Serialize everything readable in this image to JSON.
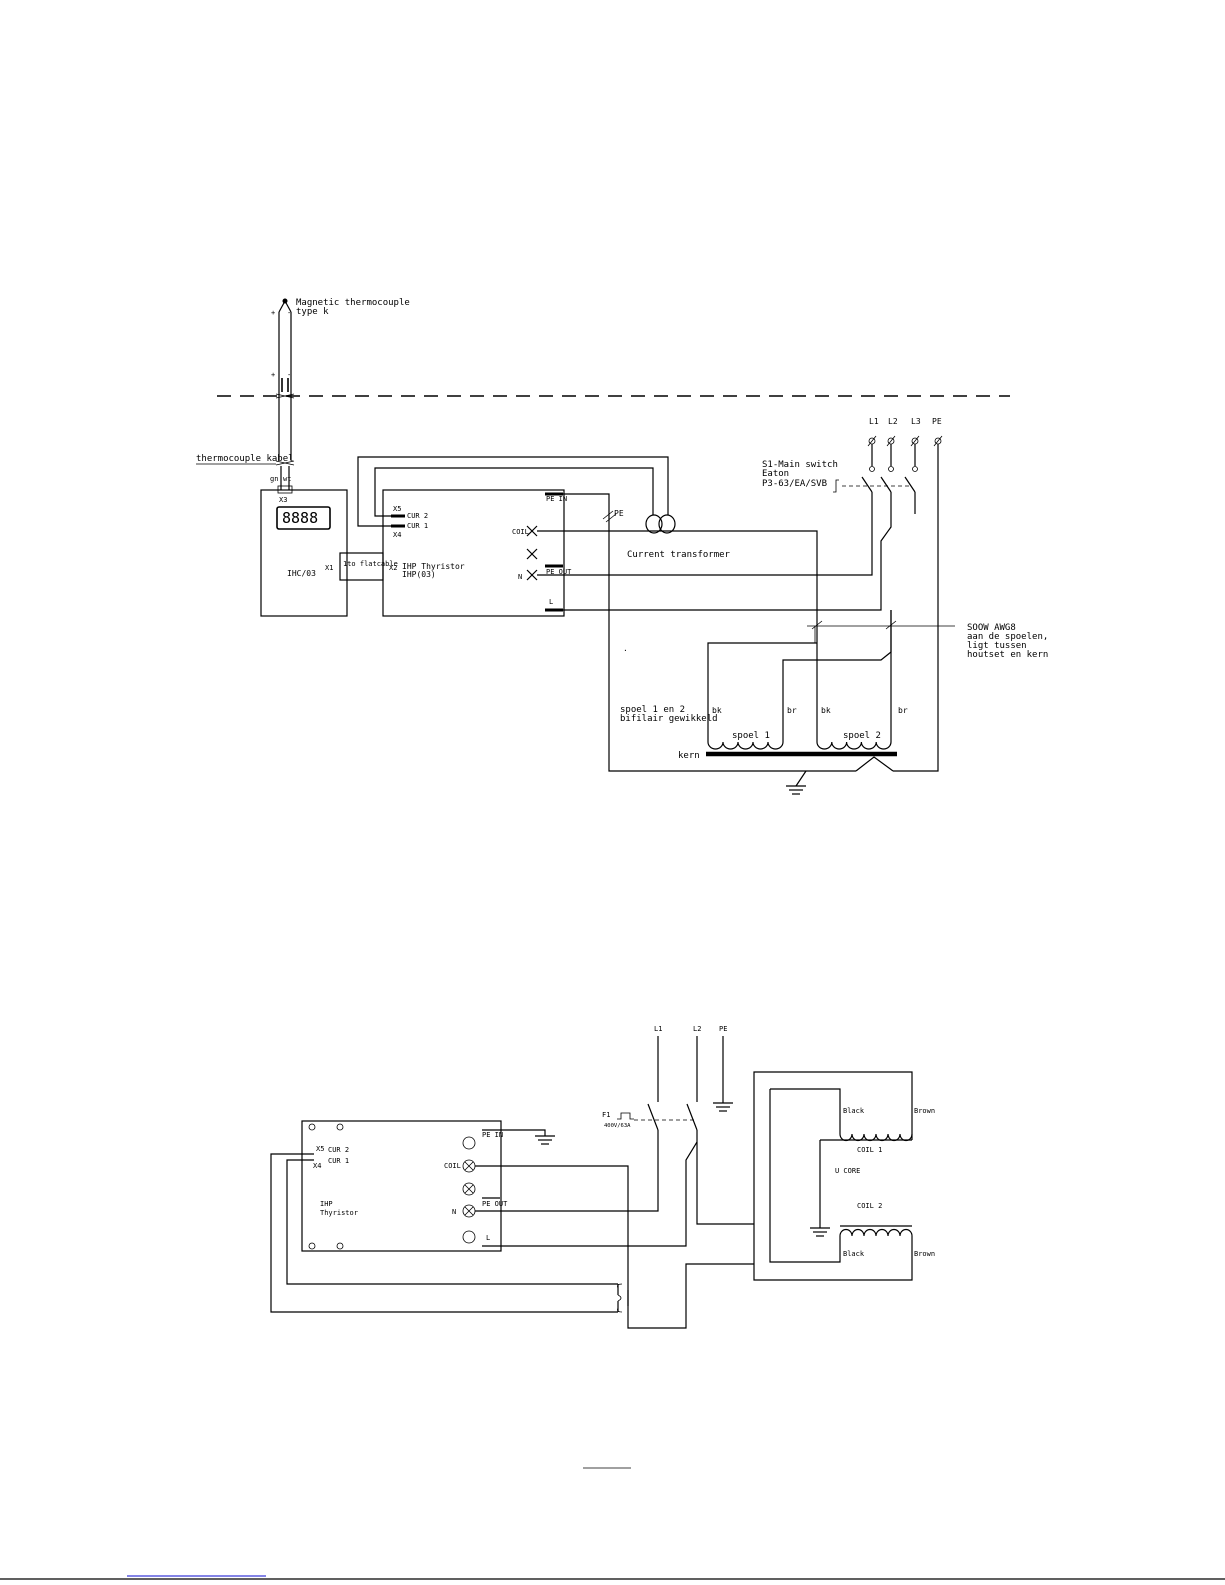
{
  "colors": {
    "line": "#000000",
    "background": "#ffffff",
    "link": "#3b3bd6"
  },
  "diagram1": {
    "thermocouple": {
      "title": "Magnetic thermocouple",
      "type": "type k",
      "plus": "+",
      "minus": "-"
    },
    "thermocouple_cable": "thermocouple kabel",
    "cable_marks": {
      "gn": "gn",
      "wt": "wt"
    },
    "controller": {
      "name": "IHC/03",
      "x3": "X3",
      "x1": "X1",
      "display": "8888"
    },
    "cable": {
      "label": "1to flatcable",
      "x2": "X2"
    },
    "thyristor": {
      "name": "IHP Thyristor",
      "model": "IHP(03)",
      "x5": "X5",
      "x4": "X4",
      "cur2": "CUR 2",
      "cur1": "CUR 1",
      "pe_in": "PE IN",
      "pe_out": "PE OUT",
      "coil": "COIL",
      "n": "N",
      "l": "L"
    },
    "pe_label": "PE",
    "current_transformer": "Current transformer",
    "supply": {
      "l1": "L1",
      "l2": "L2",
      "l3": "L3",
      "pe": "PE"
    },
    "main_switch": {
      "line1": "S1-Main switch",
      "line2": "Eaton",
      "line3": "P3-63/EA/SVB"
    },
    "wire_note": {
      "line1": "SOOW AWG8",
      "line2": "aan de spoelen,",
      "line3": "ligt tussen",
      "line4": "houtset en kern"
    },
    "coils": {
      "note_line1": "spoel 1 en 2",
      "note_line2": "bifilair gewikkeld",
      "coil1": "spoel 1",
      "coil2": "spoel 2",
      "bk": "bk",
      "br": "br",
      "core": "kern"
    }
  },
  "diagram2": {
    "supply": {
      "l1": "L1",
      "l2": "L2",
      "pe": "PE"
    },
    "fuse": {
      "name": "F1",
      "rating": "400V/63A"
    },
    "thyristor": {
      "name_line1": "IHP",
      "name_line2": "Thyristor",
      "x5": "X5",
      "x4": "X4",
      "cur2": "CUR 2",
      "cur1": "CUR 1",
      "pe_in": "PE IN",
      "pe_out": "PE OUT",
      "coil": "COIL",
      "n": "N",
      "l": "L"
    },
    "coils": {
      "coil1": "COIL 1",
      "coil2": "COIL 2",
      "core": "U CORE",
      "black": "Black",
      "brown": "Brown"
    }
  }
}
